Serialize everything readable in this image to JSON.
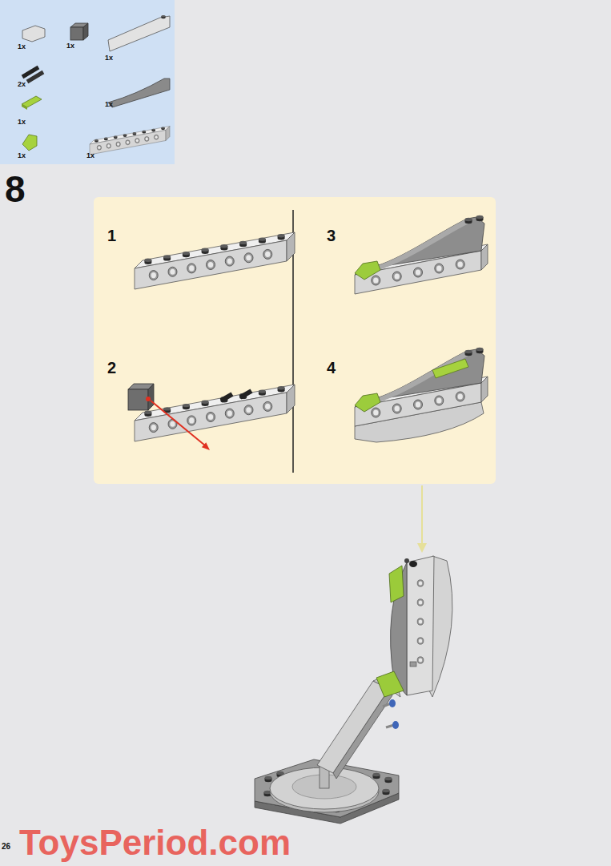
{
  "diagram": {
    "nodes": [
      {
        "text": [
          "1x",
          "1x",
          "1x",
          "2x",
          "1x",
          "1x",
          "1x",
          "1x"
        ]
      },
      {
        "text": [
          "1",
          "2",
          "3",
          "4"
        ]
      }
    ],
    "labels": [
      "8",
      "26",
      "ToysPeriod.com"
    ]
  }
}
